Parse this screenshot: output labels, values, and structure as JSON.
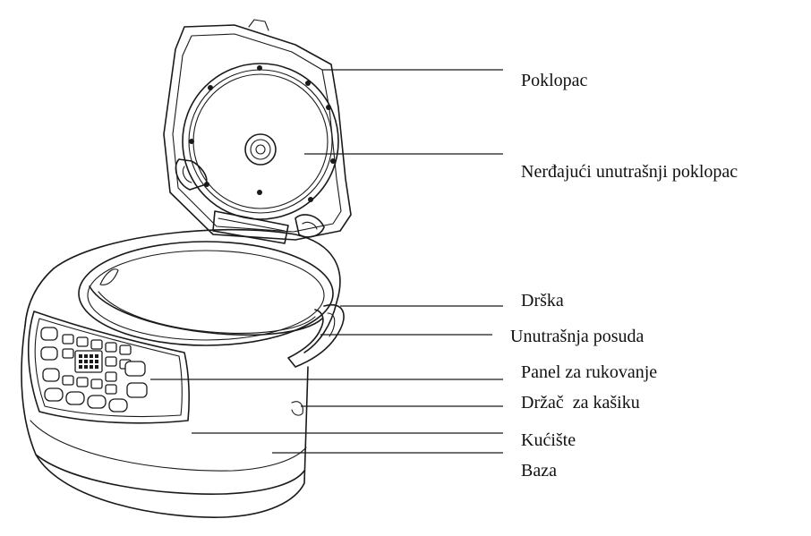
{
  "diagram": {
    "labels": {
      "poklopac": "Poklopac",
      "inner_lid": "Nerđajući unutrašnji poklopac",
      "handle": "Drška",
      "inner_pot": "Unutrašnja posuda",
      "control_panel": "Panel za rukovanje",
      "spoon_holder": "Držač  za kašiku",
      "housing": "Kućište",
      "base": "Baza"
    }
  }
}
